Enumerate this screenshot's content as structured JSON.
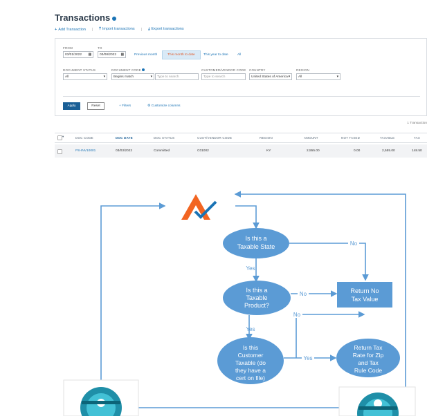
{
  "page": {
    "title": "Transactions",
    "actions": [
      {
        "icon": "plus-icon",
        "label": "Add Transaction"
      },
      {
        "icon": "import-icon",
        "label": "Import transactions"
      },
      {
        "icon": "export-icon",
        "label": "Export transactions"
      }
    ]
  },
  "filters": {
    "from_label": "FROM",
    "to_label": "TO",
    "from_value": "03/01/2022",
    "to_value": "03/08/2022",
    "ranges": [
      "Previous month",
      "This month to date",
      "This year to date",
      "All"
    ],
    "active_range": "This month to date",
    "document_status_label": "DOCUMENT STATUS",
    "document_status_value": "All",
    "document_code_label": "DOCUMENT CODE",
    "document_code_value": "Begins match",
    "document_code_placeholder": "Type to search",
    "customer_vendor_code_label": "CUSTOMER/VENDOR CODE",
    "customer_vendor_code_placeholder": "Type to search",
    "country_label": "COUNTRY",
    "country_value": "United States of America",
    "region_label": "REGION",
    "region_value": "All",
    "apply_label": "Apply",
    "reset_label": "Reset",
    "filters_label": "+ Filters",
    "customize_label": "Customize columns"
  },
  "summary": {
    "count_text": "1 Transaction"
  },
  "table": {
    "columns": [
      "DOC CODE",
      "DOC DATE",
      "DOC STATUS",
      "CUST/VENDOR CODE",
      "REGION",
      "AMOUNT",
      "NOT TAXED",
      "TAXABLE",
      "TAX"
    ],
    "rows": [
      {
        "doc_code": "PS-INV10001",
        "doc_date": "03/03/2022",
        "doc_status": "Committed",
        "cust_code": "C01002",
        "region": "KY",
        "amount": "2,555.00",
        "not_taxed": "0.00",
        "taxable": "2,555.00",
        "tax": "148.50"
      }
    ]
  },
  "flowchart": {
    "q1": [
      "Is this a",
      "Taxable State"
    ],
    "q2": [
      "Is this a",
      "Taxable",
      "Product?"
    ],
    "q3": [
      "Is this",
      "Customer",
      "Taxable (do",
      "they have a",
      "cert on file)"
    ],
    "r1": [
      "Return No",
      "Tax Value"
    ],
    "r2": [
      "Return Tax",
      "Rate for Zip",
      "and Tax",
      "Rule Code"
    ],
    "yes": "Yes",
    "no": "No"
  },
  "colors": {
    "accent": "#1a73b5",
    "flow_blue": "#5b9bd5",
    "logo_orange": "#f26522"
  }
}
